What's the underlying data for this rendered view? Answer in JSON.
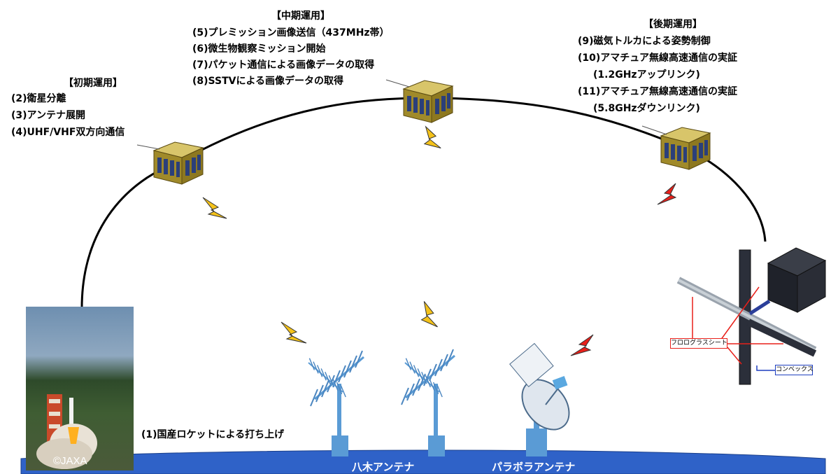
{
  "early": {
    "header": "【初期運用】",
    "items": [
      "(2)衛星分離",
      "(3)アンテナ展開",
      "(4)UHF/VHF双方向通信"
    ]
  },
  "middle": {
    "header": "【中期運用】",
    "items": [
      "(5)プレミッション画像送信（437MHz帯）",
      "(6)微生物観察ミッション開始",
      "(7)パケット通信による画像データの取得",
      "(8)SSTVによる画像データの取得"
    ]
  },
  "late": {
    "header": "【後期運用】",
    "items": [
      "(9)磁気トルカによる姿勢制御",
      "(10)アマチュア無線高速通信の実証",
      "(1.2GHzアップリンク)",
      "(11)アマチュア無線高速通信の実証",
      "(5.8GHzダウンリンク)"
    ]
  },
  "launch": {
    "caption": "(1)国産ロケットによる打ち上げ",
    "copyright": "©JAXA"
  },
  "ground": {
    "yagi_label": "八木アンテナ",
    "parabola_label": "パラボラアンテナ"
  },
  "detail": {
    "sheet_label": "フロログラスシート",
    "convex_label": "コンベックス"
  },
  "colors": {
    "bolt_yellow": "#f4c21a",
    "bolt_red": "#e8201a",
    "earth_blue": "#2f62c8",
    "tower_blue": "#5a9bd5",
    "sat_body": "#a08a2a",
    "callout_red": "#e8201a",
    "callout_blue": "#1f3fbf"
  }
}
